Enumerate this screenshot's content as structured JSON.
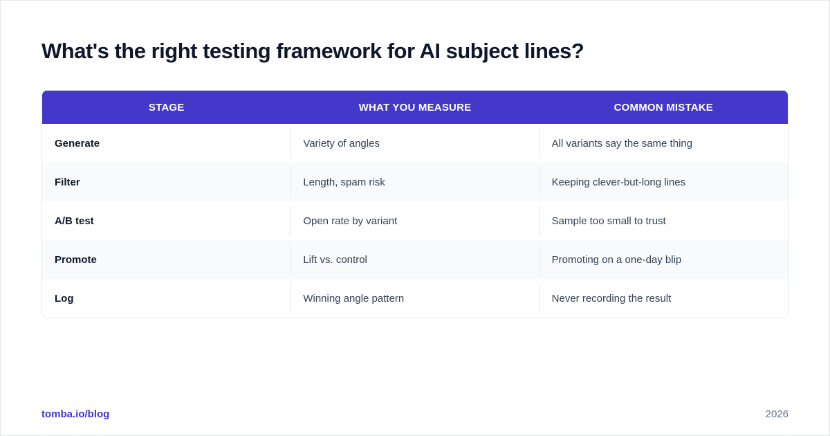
{
  "title": "What's the right testing framework for AI subject lines?",
  "table": {
    "headers": [
      "STAGE",
      "WHAT YOU MEASURE",
      "COMMON MISTAKE"
    ],
    "rows": [
      [
        "Generate",
        "Variety of angles",
        "All variants say the same thing"
      ],
      [
        "Filter",
        "Length, spam risk",
        "Keeping clever-but-long lines"
      ],
      [
        "A/B test",
        "Open rate by variant",
        "Sample too small to trust"
      ],
      [
        "Promote",
        "Lift vs. control",
        "Promoting on a one-day blip"
      ],
      [
        "Log",
        "Winning angle pattern",
        "Never recording the result"
      ]
    ]
  },
  "footer": {
    "link": "tomba.io/blog",
    "year": "2026"
  },
  "colors": {
    "accent": "#4338ca",
    "title": "#0f172a",
    "stripe": "#f8fafc"
  }
}
